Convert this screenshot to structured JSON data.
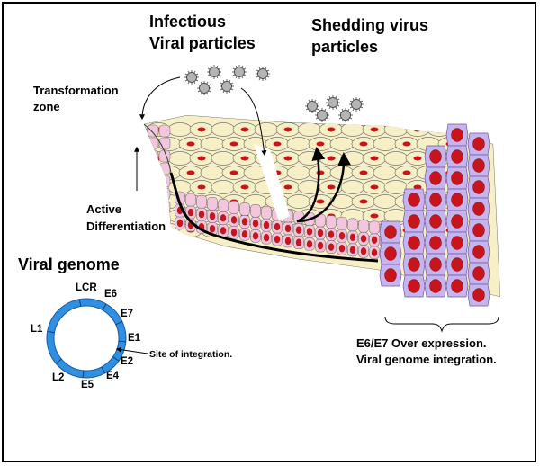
{
  "labels": {
    "infectious_1": "Infectious",
    "infectious_2": "Viral particles",
    "shedding_1": "Shedding virus",
    "shedding_2": "particles",
    "transformation_1": "Transformation",
    "transformation_2": "zone",
    "active_1": "Active",
    "active_2": "Differentiation",
    "viral_genome": "Viral genome",
    "site_of_integration": "Site of integration.",
    "over_expression_1": "E6/E7 Over expression.",
    "over_expression_2": "Viral genome integration."
  },
  "genome_regions": [
    "LCR",
    "E6",
    "E7",
    "E1",
    "E2",
    "E4",
    "E5",
    "L2",
    "L1"
  ],
  "colors": {
    "frame": "#000000",
    "basal_pink": "#f4c6de",
    "cell_yellow": "#f7f0c6",
    "lesion_purple": "#c6b4ee",
    "nucleus_red": "#c8151c",
    "genome_blue": "#2f8fe0",
    "virion_grey": "#b4b4b4"
  }
}
